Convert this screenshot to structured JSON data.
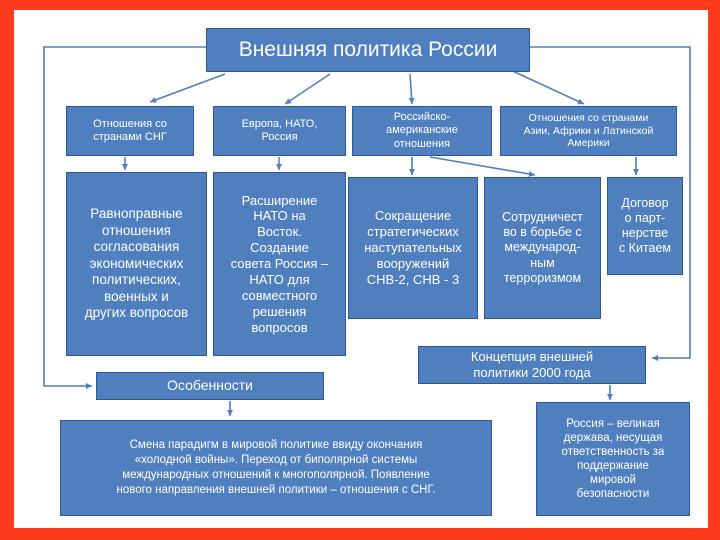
{
  "title": "Внешняя политика России",
  "row1": {
    "cis": "Отношения со\nстранами СНГ",
    "europe": "Европа, НАТО,\nРоссия",
    "usa": "Российско-\nамериканские\nотношения",
    "asia": "Отношения со странами\nАзии, Африки и Латинской\nАмерики"
  },
  "row2": {
    "equal": "Равноправные\nотношения\nсогласования\nэкономических\nполитических,\nвоенных и\nдругих вопросов",
    "nato": "Расширение\nНАТО на\nВосток.\nСоздание\nсовета Россия –\nНАТО для\nсовместного\nрешения\nвопросов",
    "reduction": "Сокращение\nстратегических\nнаступательных\nвооружений\nСНВ-2, СНВ - 3",
    "terror": "Сотрудничест\nво в борьбе с\nмеждународ-\nным\nтерроризмом",
    "china": "Договор\nо парт-\nнерстве\nс Китаем"
  },
  "features": "Особенности",
  "concept": "Концепция внешней\nполитики 2000 года",
  "paradigm": "Смена парадигм в мировой политике ввиду окончания\n«холодной войны». Переход от биполярной системы\nмеждународных отношений к многополярной. Появление\nнового направления внешней политики – отношения с СНГ.",
  "power": "Россия – великая\nдержава, несущая\nответственность за\nподдержание\nмировой\nбезопасности",
  "colors": {
    "frame": "#ff3b1e",
    "box_fill": "#4f7fbf",
    "box_border": "#2d5a93",
    "arrow": "#4f7fbf"
  }
}
